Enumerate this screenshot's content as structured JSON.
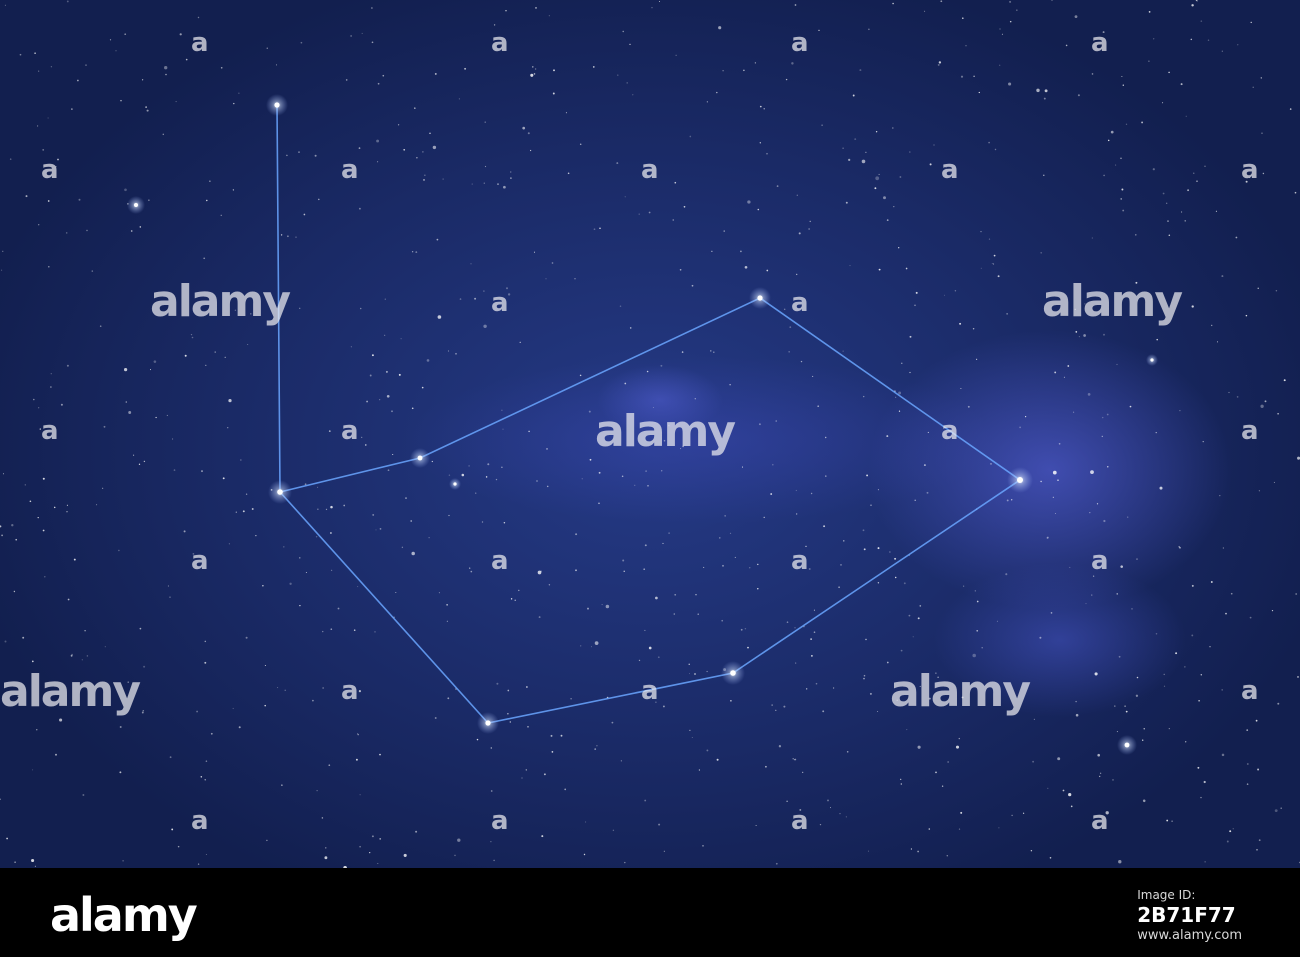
{
  "watermark": {
    "text": "alamy",
    "letter": "a"
  },
  "footer": {
    "logo": "alamy",
    "caption": "Image ID:",
    "image_id": "2B71F77",
    "url": "www.alamy.com"
  },
  "colors": {
    "sky_base": "#1a2a66",
    "nebula": "#5f69eb",
    "constellation_line": "#6aa6ff",
    "star": "#ffffff",
    "footer_bg": "#000000"
  }
}
